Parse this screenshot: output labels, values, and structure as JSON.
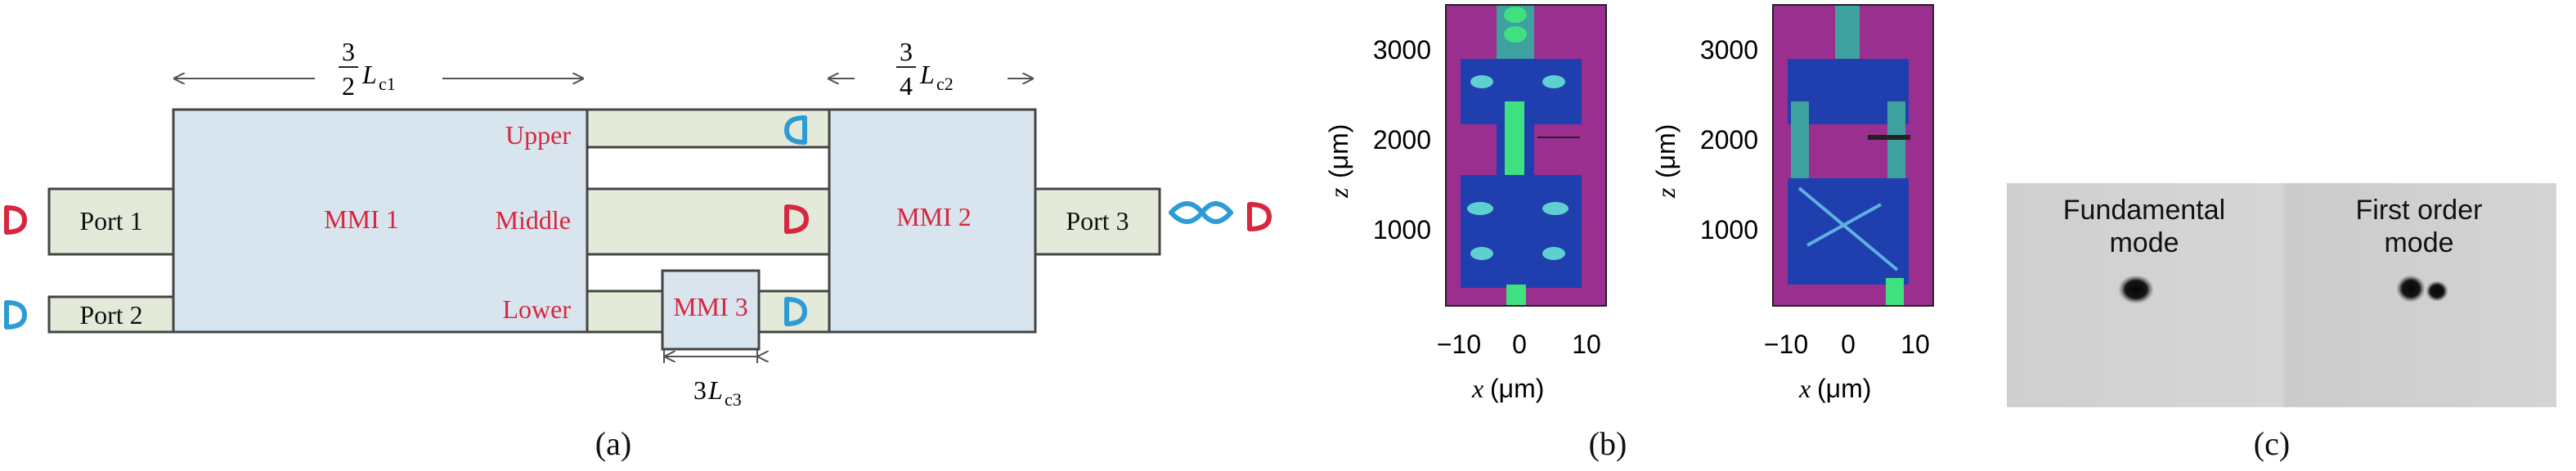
{
  "colors": {
    "box_fill": "#d8e4ee",
    "guide_fill": "#e4ead9",
    "label_red": "#d7263d",
    "mode_blue": "#2e9bd6",
    "mode_red": "#d7263d",
    "sim_bg": "#9b2f8f",
    "sim_field": "#1f3fae",
    "sim_bright": "#3fe080"
  },
  "panel_a": {
    "label": "(a)",
    "mmi1": "MMI 1",
    "mmi2": "MMI 2",
    "mmi3": "MMI 3",
    "port1": "Port 1",
    "port2": "Port 2",
    "port3": "Port 3",
    "upper": "Upper",
    "middle": "Middle",
    "lower": "Lower",
    "len1_num": "3",
    "len1_den": "2",
    "len1_var": "L",
    "len1_sub": "c1",
    "len2_num": "3",
    "len2_den": "4",
    "len2_var": "L",
    "len2_sub": "c2",
    "len3_coef": "3",
    "len3_var": "L",
    "len3_sub": "c3"
  },
  "panel_b": {
    "label": "(b)",
    "y_ticks": [
      "3000",
      "2000",
      "1000"
    ],
    "x_ticks": [
      "−10",
      "0",
      "10"
    ],
    "ylabel_var": "z",
    "ylabel_unit": "(μm)",
    "xlabel_var": "x",
    "xlabel_unit": "(μm)"
  },
  "panel_c": {
    "label": "(c)",
    "fund_line1": "Fundamental",
    "fund_line2": "mode",
    "first_line1": "First order",
    "first_line2": "mode"
  }
}
